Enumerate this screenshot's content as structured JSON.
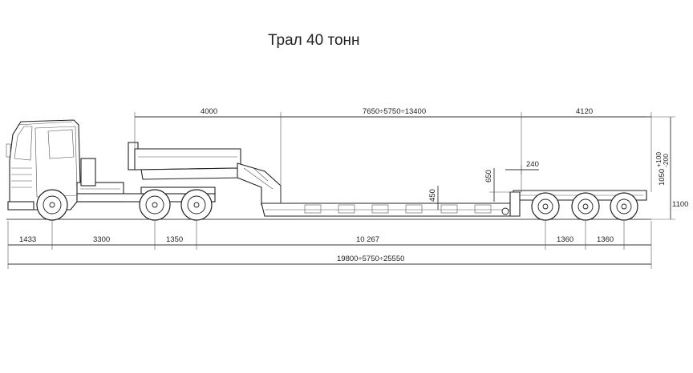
{
  "title": "Трал 40 тонн",
  "dimensions": {
    "top_left": "4000",
    "top_middle": "7650÷5750÷13400",
    "top_right": "4120",
    "right_height": "1050",
    "right_height_plus": "+100",
    "right_height_minus": "-200",
    "right_total_height": "1100",
    "neck_height": "650",
    "deck_height": "450",
    "step_offset": "240",
    "bottom_1": "1433",
    "bottom_2": "3300",
    "bottom_3": "1350",
    "bottom_4": "10 267",
    "bottom_5": "1360",
    "bottom_6": "1360",
    "overall": "19800÷5750÷25550"
  }
}
